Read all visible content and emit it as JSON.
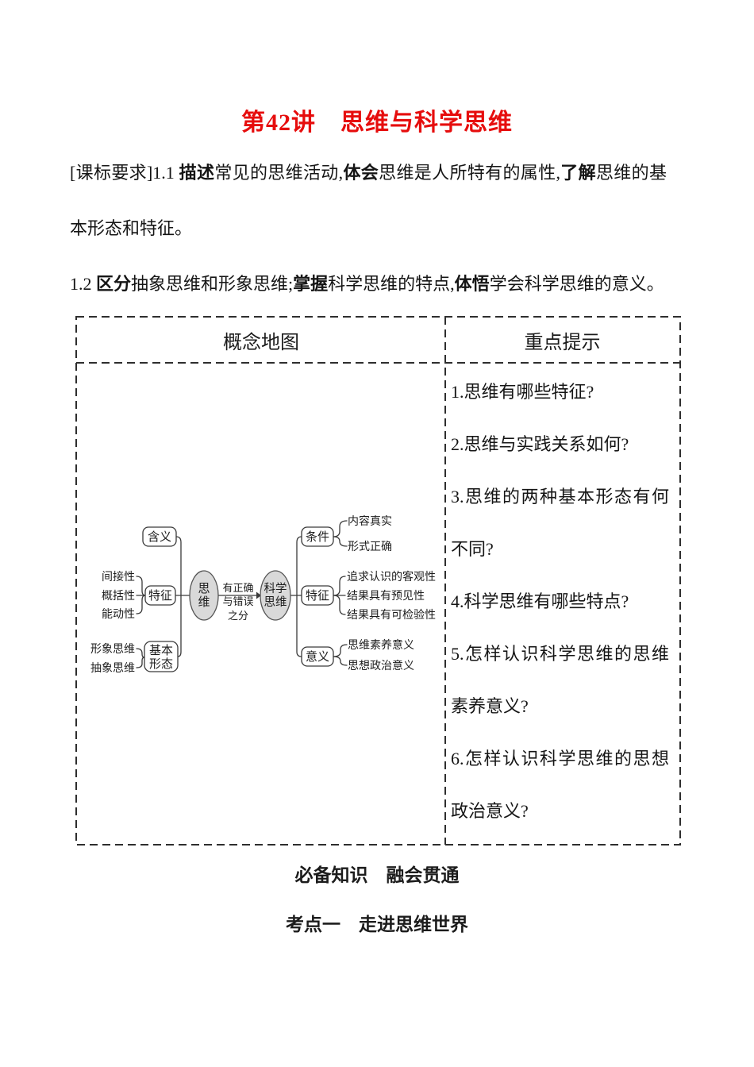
{
  "title": "第42讲　思维与科学思维",
  "colors": {
    "accent_red": "#e60d0d",
    "ellipse_fill": "#d9d9d9",
    "dash_border": "#2e2e2e"
  },
  "requirements": {
    "p1": {
      "s0": "[课标要求]1.1 ",
      "s1": "描述",
      "s2": "常见的思维活动,",
      "s3": "体会",
      "s4": "思维是人所特有的属性,",
      "s5": "了解",
      "s6": "思维的基本形态和特征。"
    },
    "p2": {
      "s0": "1.2 ",
      "s1": "区分",
      "s2": "抽象思维和形象思维;",
      "s3": "掌握",
      "s4": "科学思维的特点,",
      "s5": "体悟",
      "s6": "学会科学思维的意义。"
    }
  },
  "table": {
    "left_header": "概念地图",
    "right_header": "重点提示",
    "questions": [
      "1.思维有哪些特征?",
      "2.思维与实践关系如何?",
      "3.思维的两种基本形态有何不同?",
      "4.科学思维有哪些特点?",
      "5.怎样认识科学思维的思维素养意义?",
      "6.怎样认识科学思维的思想政治意义?"
    ]
  },
  "diagram": {
    "center_left": {
      "line1": "思",
      "line2": "维"
    },
    "center_right": {
      "line1": "科学",
      "line2": "思维"
    },
    "arrow_label": {
      "line1": "有正确",
      "line2": "与错误",
      "line3": "之分"
    },
    "left_nodes": {
      "meaning": "含义",
      "features": "特征",
      "basic1": "基本",
      "basic2": "形态"
    },
    "left_leaves": {
      "indirect": "间接性",
      "general": "概括性",
      "active": "能动性",
      "figurative": "形象思维",
      "abstract": "抽象思维"
    },
    "right_nodes": {
      "condition": "条件",
      "features": "特征",
      "meaning": "意义"
    },
    "right_leaves": {
      "c1": "内容真实",
      "c2": "形式正确",
      "f1": "追求认识的客观性",
      "f2": "结果具有预见性",
      "f3": "结果具有可检验性",
      "m1": "思维素养意义",
      "m2": "思想政治意义"
    }
  },
  "footer": {
    "line1": "必备知识　融会贯通",
    "line2": "考点一　走进思维世界"
  }
}
